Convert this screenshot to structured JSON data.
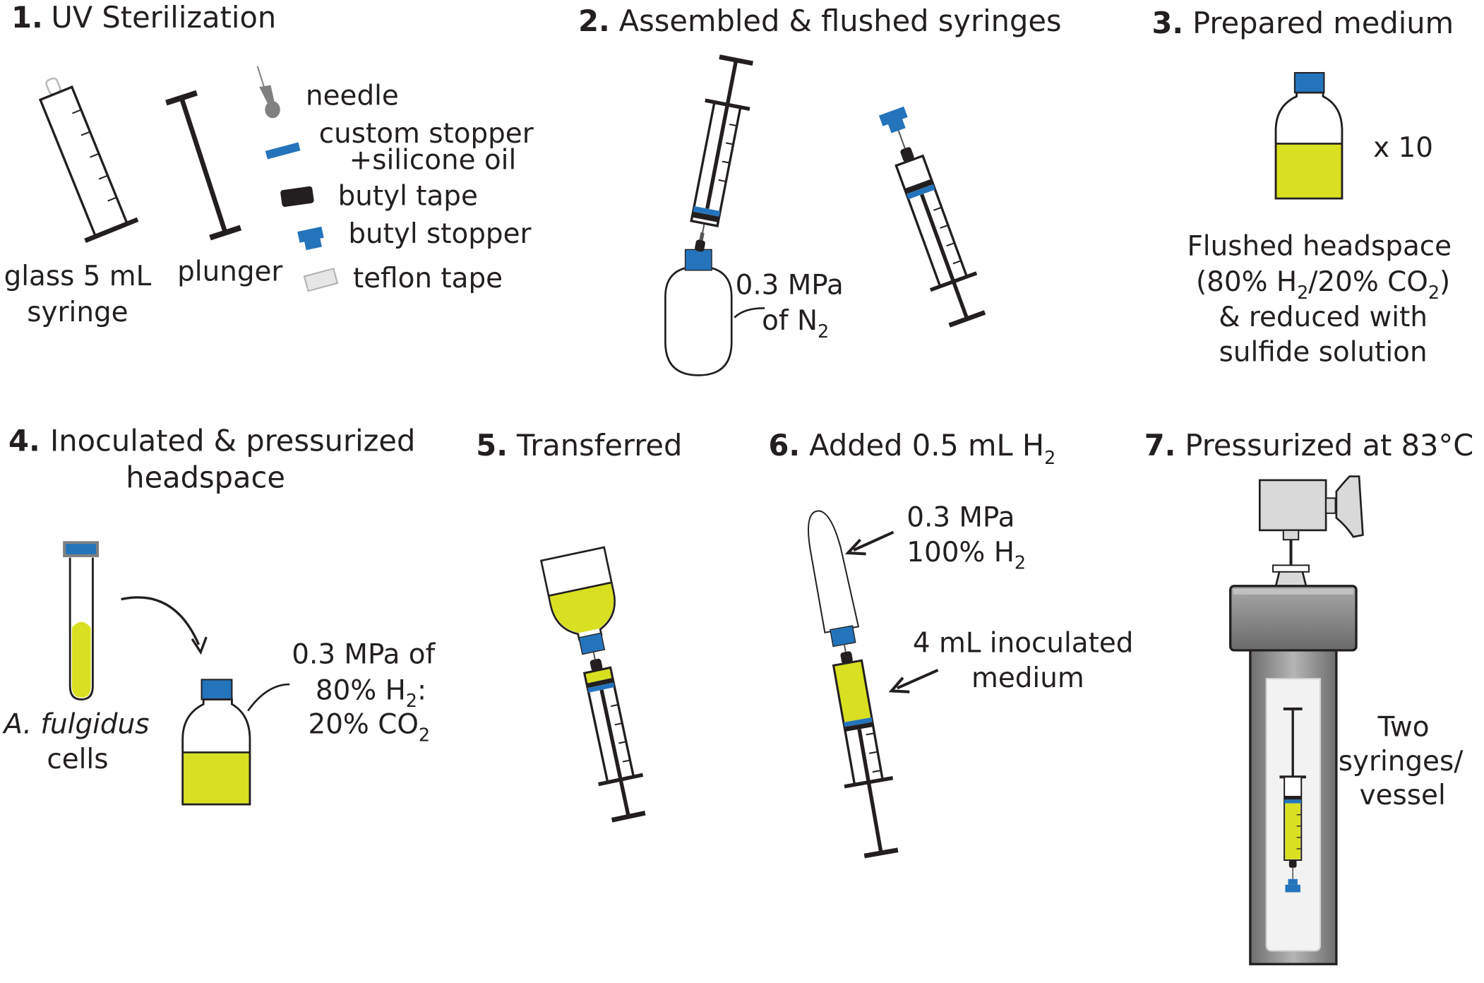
{
  "colors": {
    "yellow": "#d8e021",
    "blue": "#2474bc",
    "black": "#231f20",
    "grey_dark": "#808080",
    "grey_light": "#d9d9d9"
  },
  "panel1": {
    "num": "1.",
    "title": "UV Sterilization",
    "syringe_label_1": "glass 5 mL",
    "syringe_label_2": "syringe",
    "plunger_label": "plunger",
    "legend": {
      "needle": "needle",
      "custom_stopper_1": "custom stopper",
      "custom_stopper_2": "+silicone oil",
      "butyl_tape": "butyl tape",
      "butyl_stopper": "butyl stopper",
      "teflon_tape": "teflon tape"
    }
  },
  "panel2": {
    "num": "2.",
    "title": "Assembled & flushed syringes",
    "pressure": "0.3 MPa",
    "gas_pre": "of N",
    "gas_sub": "2"
  },
  "panel3": {
    "num": "3.",
    "title": "Prepared medium",
    "multiplier": "x  10",
    "line1": "Flushed headspace",
    "line2_a": "(80% H",
    "line2_b": "2",
    "line2_c": "/20% CO",
    "line2_d": "2",
    "line2_e": ")",
    "line3": "& reduced with",
    "line4": "sulfide solution"
  },
  "panel4": {
    "num": "4.",
    "title_1": "Inoculated & pressurized",
    "title_2": "headspace",
    "cells_1": "A. fulgidus",
    "cells_2": "cells",
    "gas_1": "0.3 MPa of",
    "gas_2_a": "80% H",
    "gas_2_b": "2",
    "gas_2_c": ":",
    "gas_3_a": "20% CO",
    "gas_3_b": "2"
  },
  "panel5": {
    "num": "5.",
    "title": "Transferred"
  },
  "panel6": {
    "num": "6.",
    "title_a": "Added 0.5 mL H",
    "title_b": "2",
    "balloon_1": "0.3 MPa",
    "balloon_2_a": "100% H",
    "balloon_2_b": "2",
    "medium_1": "4 mL inoculated",
    "medium_2": "medium"
  },
  "panel7": {
    "num": "7.",
    "title": "Pressurized at 83°C",
    "label_1": "Two",
    "label_2": "syringes/",
    "label_3": "vessel"
  }
}
